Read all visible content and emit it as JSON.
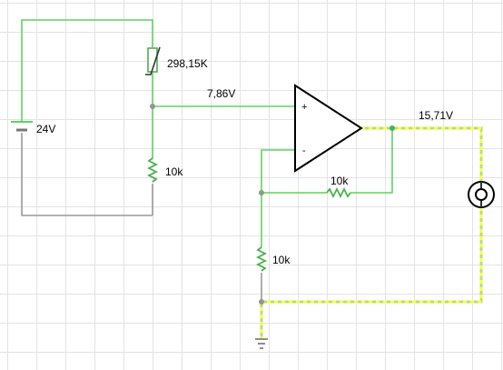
{
  "colors": {
    "wire_green": "#5fd35f",
    "wire_gray": "#999999",
    "wire_current": "#b4dc8a",
    "wire_dots": "#ffff33",
    "component_green": "#4caf50",
    "node": "#8a9a8a",
    "ground": "#8c8c8c"
  },
  "components": {
    "battery": {
      "label": "24V"
    },
    "thermistor": {
      "label": "298,15K"
    },
    "divider_node": {
      "voltage_label": "7,86V"
    },
    "resistor_bottom_left": {
      "label": "10k"
    },
    "opamp": {
      "plus_sign": "+",
      "minus_sign": "-"
    },
    "output_node": {
      "voltage_label": "15,71V"
    },
    "feedback_resistor": {
      "label": "10k"
    },
    "resistor_to_ground": {
      "label": "10k"
    }
  },
  "icons": {
    "battery": "battery-icon",
    "thermistor": "thermistor-icon",
    "opamp": "op-amp-triangle",
    "lamp": "lamp-icon",
    "ground": "ground-icon"
  }
}
